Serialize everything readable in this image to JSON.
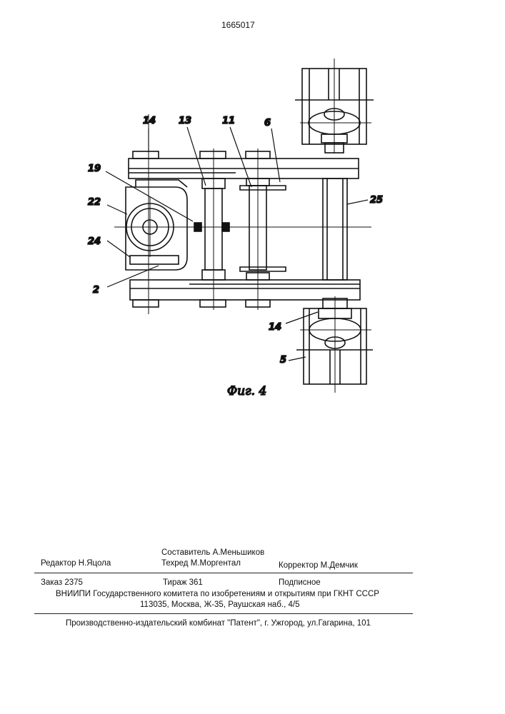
{
  "header": {
    "patent_number": "1665017"
  },
  "drawing": {
    "figure_caption": "Фиг. 4",
    "callouts": [
      "14",
      "13",
      "11",
      "6",
      "19",
      "22",
      "24",
      "2",
      "25",
      "14",
      "5"
    ]
  },
  "colophon": {
    "compiler": "Составитель А.Меньшиков",
    "editor": "Редактор  Н.Яцола",
    "tech_editor": "Техред М.Моргентал",
    "corrector": "Корректор  М.Демчик",
    "order": "Заказ  2375",
    "circulation": "Тираж 361",
    "subscription": "Подписное",
    "publisher_line1": "ВНИИПИ Государственного комитета по изобретениям и открытиям при ГКНТ СССР",
    "publisher_line2": "113035, Москва, Ж-35, Раушская наб., 4/5",
    "printer": "Производственно-издательский комбинат \"Патент\", г. Ужгород, ул.Гагарина, 101"
  }
}
